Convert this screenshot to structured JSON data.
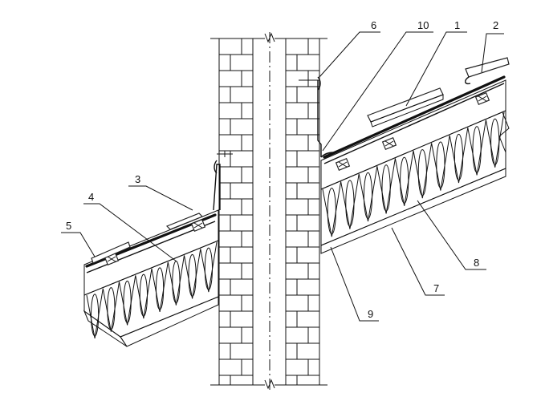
{
  "callouts": [
    {
      "id": "6",
      "label": "6"
    },
    {
      "id": "10",
      "label": "10"
    },
    {
      "id": "1",
      "label": "1"
    },
    {
      "id": "2",
      "label": "2"
    },
    {
      "id": "3",
      "label": "3"
    },
    {
      "id": "4",
      "label": "4"
    },
    {
      "id": "5",
      "label": "5"
    },
    {
      "id": "8",
      "label": "8"
    },
    {
      "id": "7",
      "label": "7"
    },
    {
      "id": "9",
      "label": "9"
    }
  ],
  "colors": {
    "line": "#111111",
    "concrete_fill": "#ededed",
    "brick_fill": "#f4f4f4",
    "background": "#ffffff"
  }
}
